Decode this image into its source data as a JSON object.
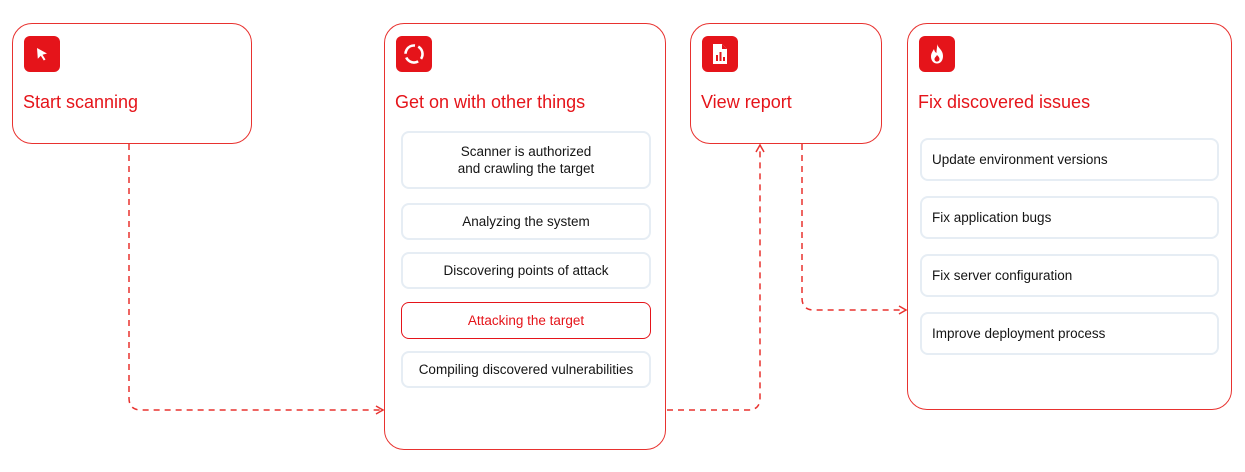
{
  "cards": {
    "start": {
      "title": "Start scanning",
      "icon": "cursor-icon"
    },
    "process": {
      "title": "Get on with other things",
      "icon": "cycle-icon",
      "steps": [
        "Scanner is authorized\nand crawling the target",
        "Analyzing the system",
        "Discovering points of attack",
        "Attacking the target",
        "Compiling discovered vulnerabilities"
      ],
      "active_step": "Attacking the target"
    },
    "report": {
      "title": "View report",
      "icon": "report-icon"
    },
    "fix": {
      "title": "Fix discovered issues",
      "icon": "fire-icon",
      "items": [
        "Update environment versions",
        "Fix application bugs",
        "Fix server configuration",
        "Improve deployment process"
      ]
    }
  },
  "colors": {
    "accent": "#e5141a",
    "step_border": "#e6edf4",
    "text": "#141414"
  }
}
